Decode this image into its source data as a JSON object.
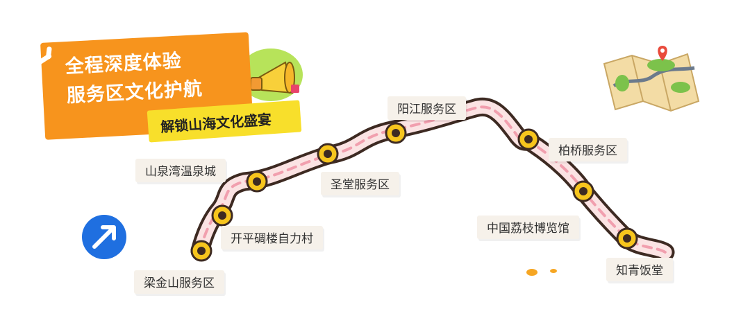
{
  "banner": {
    "line1": "全程深度体验",
    "line2": "服务区文化护航",
    "tagline": "解锁山海文化盛宴"
  },
  "stops": [
    {
      "name": "梁金山服务区"
    },
    {
      "name": "开平碉楼自力村"
    },
    {
      "name": "山泉湾温泉城"
    },
    {
      "name": "圣堂服务区"
    },
    {
      "name": "阳江服务区"
    },
    {
      "name": "柏桥服务区"
    },
    {
      "name": "中国荔枝博览馆"
    },
    {
      "name": "知青饭堂"
    }
  ],
  "colors": {
    "route_outline": "#3d2a22",
    "route_fill": "#fbe3e3",
    "route_dash": "#f19fae",
    "stop_ring": "#f7c51d",
    "stop_center": "#3d2a22",
    "banner_bg": "#f7941d",
    "tagline_bg": "#f8df2b",
    "label_bg": "#f6f1ea",
    "nav_button": "#1f6fe0"
  },
  "icons": {
    "megaphone": "megaphone-icon",
    "map": "folded-map-icon",
    "navigation": "navigation-arrow-icon"
  }
}
